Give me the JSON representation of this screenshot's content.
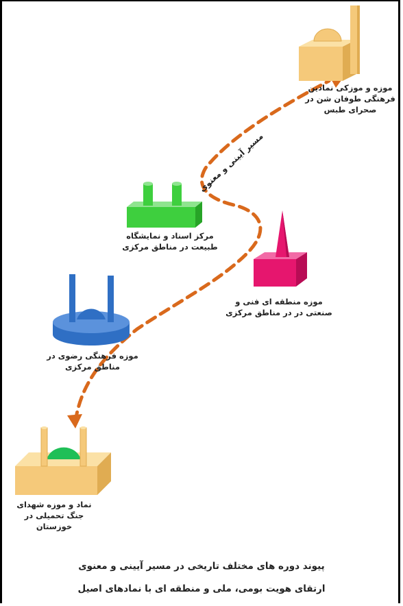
{
  "nodes": {
    "tabas": {
      "lines": [
        "موزه و موزکی نمادین",
        "فرهنگی طوفان شن در",
        "صحرای طبس"
      ]
    },
    "documents_center": {
      "lines": [
        "مرکز اسناد و نمایشگاه",
        "طبیعت در مناطق مرکزی"
      ]
    },
    "regional_technical": {
      "lines": [
        "موزه منطقه ای فنی و",
        "صنعتی در  در مناطق مرکزی"
      ]
    },
    "razavi": {
      "lines": [
        "موزه فرهنگی رضوی در",
        "مناطق مرکزی"
      ]
    },
    "martyrs": {
      "lines": [
        "نماد و موزه شهدای",
        "جنگ تحمیلی در",
        "خوزستان"
      ]
    }
  },
  "path_label": "مسیر آیینی و معنوی",
  "caption": {
    "line1": "پیوند دوره های مختلف تاریخی در مسیر آیینی و معنوی",
    "line2": "ارتقای هویت بومی، ملی و منطقه ای با نمادهای اصیل"
  },
  "colors": {
    "path": "#d9691c",
    "sand": "#f5c97a",
    "sand_dark": "#e0ac52",
    "green": "#3ecf3e",
    "magenta": "#e6166e",
    "blue": "#2f6fc4"
  }
}
